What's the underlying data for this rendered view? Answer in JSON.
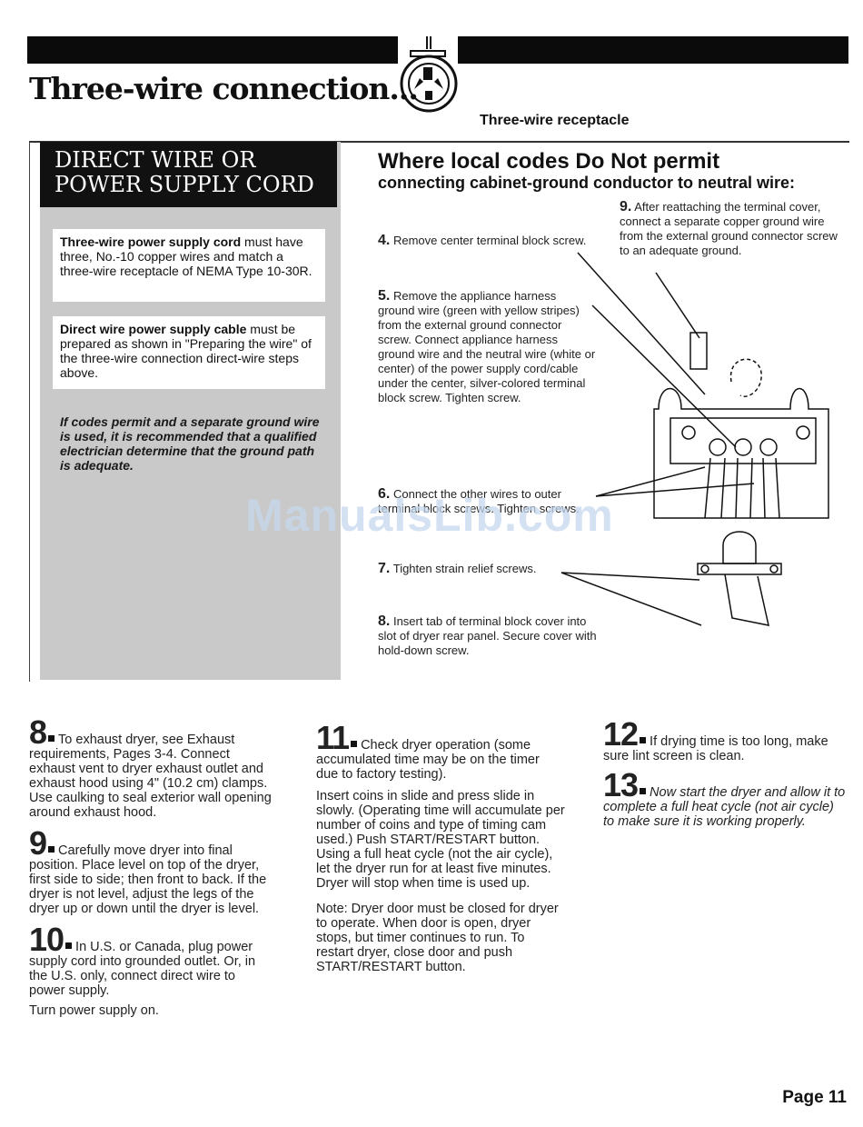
{
  "header": {
    "title": "Three-wire connection...",
    "figure_caption": "Three-wire receptacle"
  },
  "left_panel": {
    "heading_line1": "DIRECT WIRE OR",
    "heading_line2": "POWER SUPPLY CORD",
    "cord_bold": "Three-wire power supply cord",
    "cord_text": " must have three, No.-10 copper wires and match a three-wire receptacle of NEMA Type 10-30R.",
    "cable_bold": "Direct wire power supply cable",
    "cable_text": " must be prepared as shown in \"Preparing the wire\" of the three-wire connection direct-wire steps above.",
    "warning": "If codes permit and a separate ground wire is used, it is recommended that a qualified electrician determine that the ground path is adequate."
  },
  "right_panel": {
    "heading": "Where local codes Do Not permit",
    "subheading": "connecting cabinet-ground conductor to neutral wire:",
    "steps": [
      {
        "num": "9.",
        "text": "After reattaching the terminal cover, connect a separate copper ground wire from the external ground connector screw to an adequate ground."
      },
      {
        "num": "4.",
        "text": "Remove center terminal block screw."
      },
      {
        "num": "5.",
        "text": "Remove the appliance harness ground wire (green with yellow stripes) from the external ground connector screw. Connect appliance harness ground wire and the neutral wire (white or center) of the power supply cord/cable under the center, silver-colored terminal block screw. Tighten screw."
      },
      {
        "num": "6.",
        "text": "Connect the other wires to outer terminal block screws. Tighten screws."
      },
      {
        "num": "7.",
        "text": "Tighten strain relief screws."
      },
      {
        "num": "8.",
        "text": "Insert tab of terminal block cover into slot of dryer rear panel. Secure cover with hold-down screw."
      }
    ]
  },
  "watermark": "ManualsLib.com",
  "bottom_steps": {
    "s8_num": "8",
    "s8_text": "To exhaust dryer, see Exhaust requirements, Pages 3-4. Connect exhaust vent to dryer exhaust outlet and exhaust hood using 4\" (10.2 cm) clamps. Use caulking to seal exterior wall opening around exhaust hood.",
    "s9_num": "9",
    "s9_text": "Carefully move dryer into final position. Place level on top of the dryer, first side to side; then front to back. If the dryer is not level, adjust the legs of the dryer up or down until the dryer is level.",
    "s10_num": "10",
    "s10_text": "In U.S. or Canada, plug power supply cord into grounded outlet. Or, in the U.S. only, connect direct wire to power supply.",
    "s10_extra": "Turn power supply on.",
    "s11_num": "11",
    "s11_text": "Check dryer operation (some accumulated time may be on the timer due to factory testing).",
    "s11_p2": "Insert coins in slide and press slide in slowly. (Operating time will accumulate per number of coins and type of timing cam used.) Push START/RESTART button. Using a full heat cycle (not the air cycle), let the dryer run for at least five minutes. Dryer will stop when time is used up.",
    "s11_p3": "Note: Dryer door must be closed for dryer to operate. When door is open, dryer stops, but timer continues to run. To restart dryer, close door and push START/RESTART button.",
    "s12_num": "12",
    "s12_text": "If drying time is too long, make sure lint screen is clean.",
    "s13_num": "13",
    "s13_text": "Now start the dryer and allow it to complete a full heat cycle (not air cycle) to make sure it is working properly."
  },
  "footer": {
    "page": "Page 11"
  }
}
